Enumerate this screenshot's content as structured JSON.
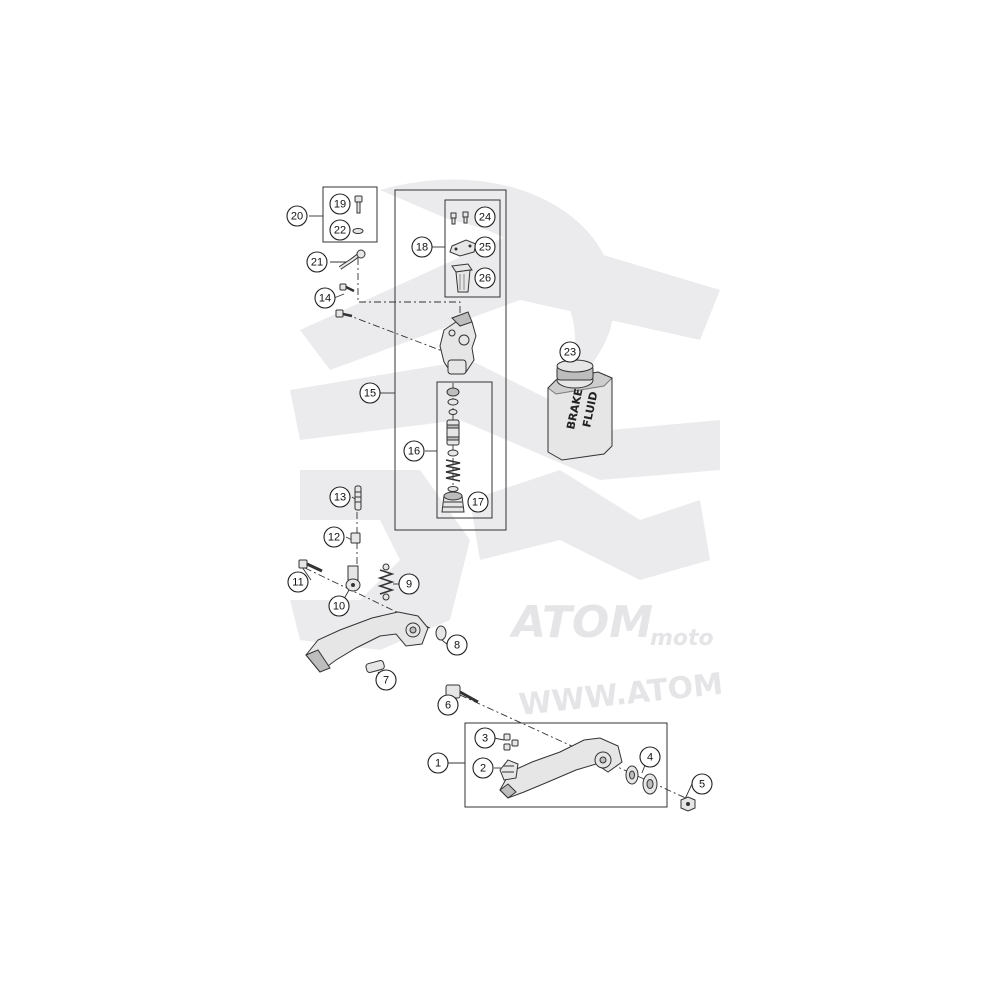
{
  "watermark": {
    "brand": "ATOM",
    "sub": "moto",
    "url": "WWW.ATOM"
  },
  "bottle": {
    "line1": "BRAKE",
    "line2": "FLUID"
  },
  "callouts": [
    "1",
    "2",
    "3",
    "4",
    "5",
    "6",
    "7",
    "8",
    "9",
    "10",
    "11",
    "12",
    "13",
    "14",
    "15",
    "16",
    "17",
    "18",
    "19",
    "20",
    "21",
    "22",
    "23",
    "24",
    "25",
    "26"
  ]
}
